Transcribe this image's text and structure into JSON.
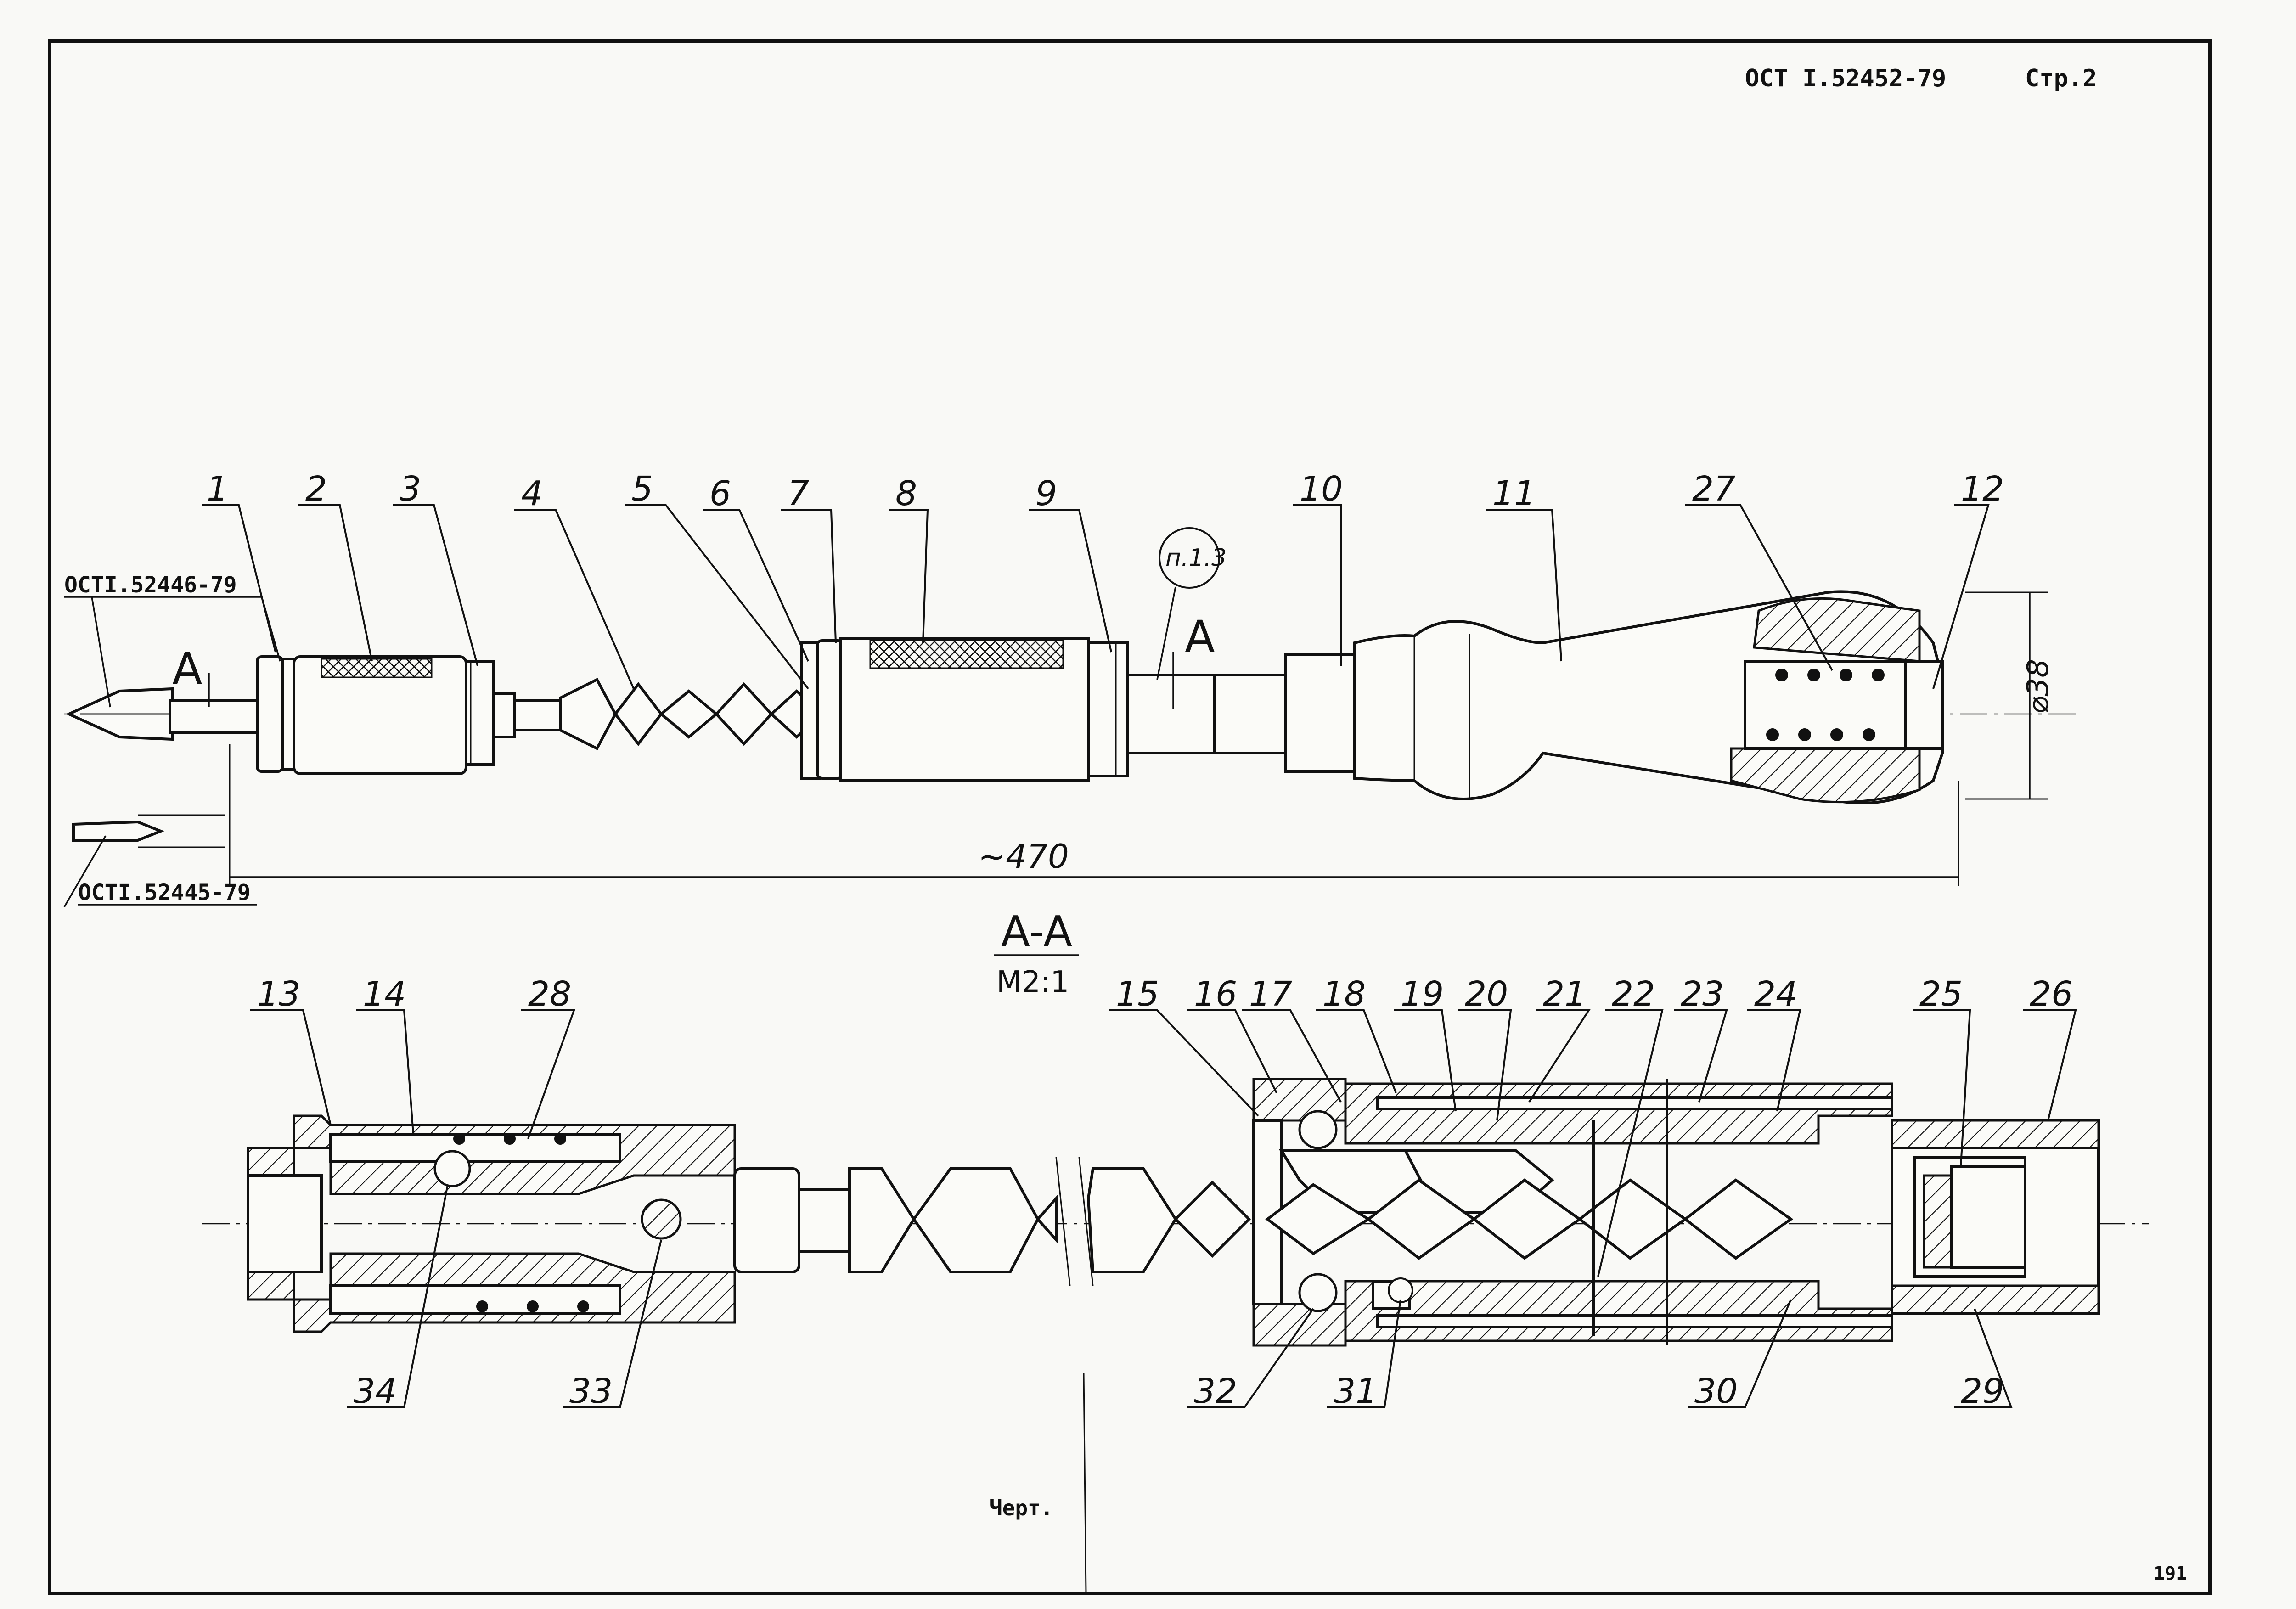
{
  "header": {
    "doc_number": "ОСТ I.52452-79",
    "page": "Стр.2"
  },
  "references": {
    "bit_standard": "ОСТI.52446-79",
    "alt_bit_standard": "ОСТI.52445-79",
    "note_ref": "п.1.3"
  },
  "dimensions": {
    "length": "~470",
    "diameter": "⌀38"
  },
  "section": {
    "label": "A",
    "title": "A-A",
    "scale": "M2:1"
  },
  "callouts_top": [
    "1",
    "2",
    "3",
    "4",
    "5",
    "6",
    "7",
    "8",
    "9",
    "10",
    "11",
    "27",
    "12"
  ],
  "callouts_section_top": [
    "13",
    "14",
    "28",
    "15",
    "16",
    "17",
    "18",
    "19",
    "20",
    "21",
    "22",
    "23",
    "24",
    "25",
    "26"
  ],
  "callouts_section_bottom": [
    "34",
    "33",
    "32",
    "31",
    "30",
    "29"
  ],
  "footer": {
    "drawing_label": "Черт.",
    "sheet_number": "191"
  }
}
